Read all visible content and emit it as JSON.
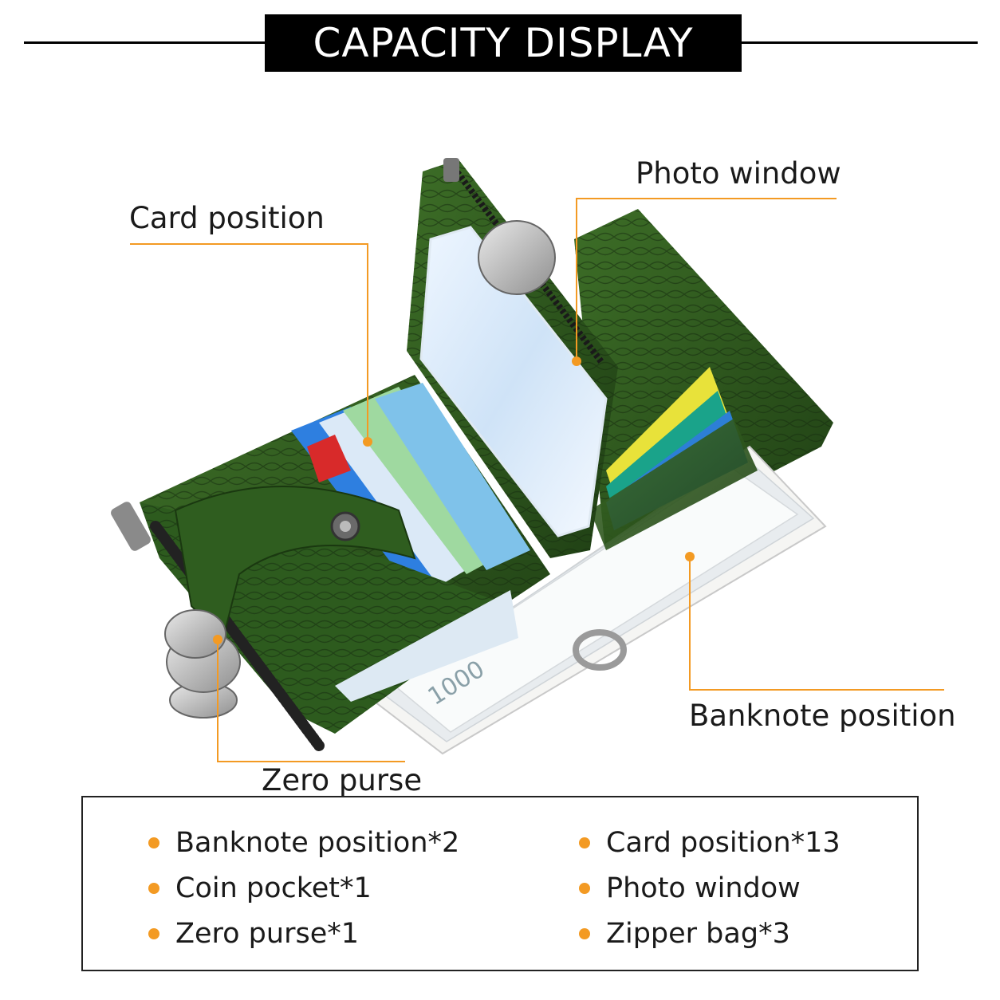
{
  "header": {
    "title": "CAPACITY DISPLAY"
  },
  "callouts": {
    "card_position": "Card position",
    "photo_window": "Photo window",
    "banknote_position": "Banknote position",
    "zero_purse": "Zero purse"
  },
  "features": {
    "left": [
      {
        "label": "Banknote position*2"
      },
      {
        "label": "Coin pocket*1"
      },
      {
        "label": "Zero purse*1"
      }
    ],
    "right": [
      {
        "label": "Card position*13"
      },
      {
        "label": "Photo window"
      },
      {
        "label": "Zipper bag*3"
      }
    ]
  },
  "colors": {
    "accent": "#f39a23",
    "leather": "#2f5a1f",
    "title_bg": "#000000"
  }
}
